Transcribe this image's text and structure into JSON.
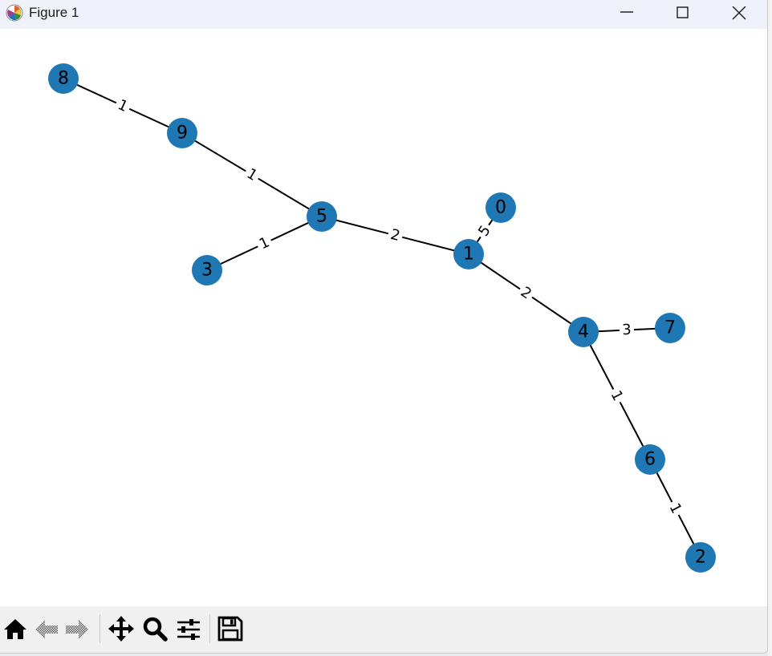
{
  "window": {
    "title": "Figure 1"
  },
  "graph": {
    "nodes": [
      {
        "id": "0",
        "label": "0"
      },
      {
        "id": "1",
        "label": "1"
      },
      {
        "id": "2",
        "label": "2"
      },
      {
        "id": "3",
        "label": "3"
      },
      {
        "id": "4",
        "label": "4"
      },
      {
        "id": "5",
        "label": "5"
      },
      {
        "id": "6",
        "label": "6"
      },
      {
        "id": "7",
        "label": "7"
      },
      {
        "id": "8",
        "label": "8"
      },
      {
        "id": "9",
        "label": "9"
      }
    ],
    "edges": [
      {
        "source": "8",
        "target": "9",
        "weight": "1"
      },
      {
        "source": "9",
        "target": "5",
        "weight": "1"
      },
      {
        "source": "3",
        "target": "5",
        "weight": "1"
      },
      {
        "source": "5",
        "target": "1",
        "weight": "2"
      },
      {
        "source": "1",
        "target": "0",
        "weight": "5"
      },
      {
        "source": "1",
        "target": "4",
        "weight": "2"
      },
      {
        "source": "4",
        "target": "7",
        "weight": "3"
      },
      {
        "source": "4",
        "target": "6",
        "weight": "1"
      },
      {
        "source": "6",
        "target": "2",
        "weight": "1"
      }
    ],
    "node_color": "#1f77b4",
    "edge_color": "#000000"
  },
  "toolbar": {
    "items": [
      {
        "name": "home-icon",
        "enabled": true
      },
      {
        "name": "back-icon",
        "enabled": false
      },
      {
        "name": "forward-icon",
        "enabled": false
      },
      {
        "name": "pan-icon",
        "enabled": true
      },
      {
        "name": "zoom-icon",
        "enabled": true
      },
      {
        "name": "configure-subplots-icon",
        "enabled": true
      },
      {
        "name": "save-icon",
        "enabled": true
      }
    ]
  }
}
